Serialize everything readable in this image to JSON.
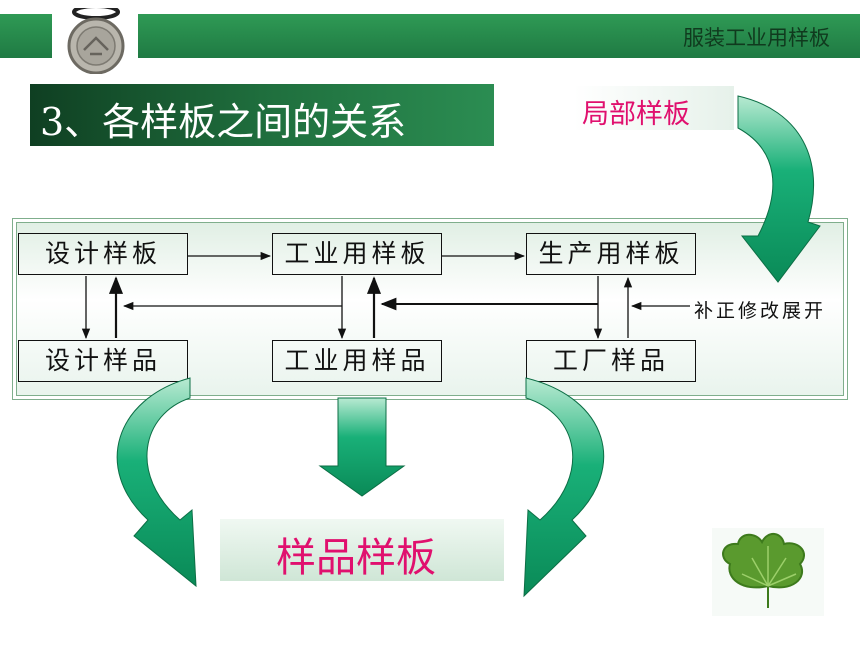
{
  "header": {
    "title": "服装工业用样板"
  },
  "section": {
    "title": "3、各样板之间的关系"
  },
  "local_template": {
    "label": "局部样板"
  },
  "flow": {
    "top_row": [
      "设计样板",
      "工业用样板",
      "生产用样板"
    ],
    "bottom_row": [
      "设计样品",
      "工业用样品",
      "工厂样品"
    ],
    "note": "补正修改展开"
  },
  "result": {
    "label": "样品样板"
  },
  "colors": {
    "green": "#1f7a43",
    "accent_pink": "#e0106e",
    "arrow_green": "#16a36a"
  }
}
